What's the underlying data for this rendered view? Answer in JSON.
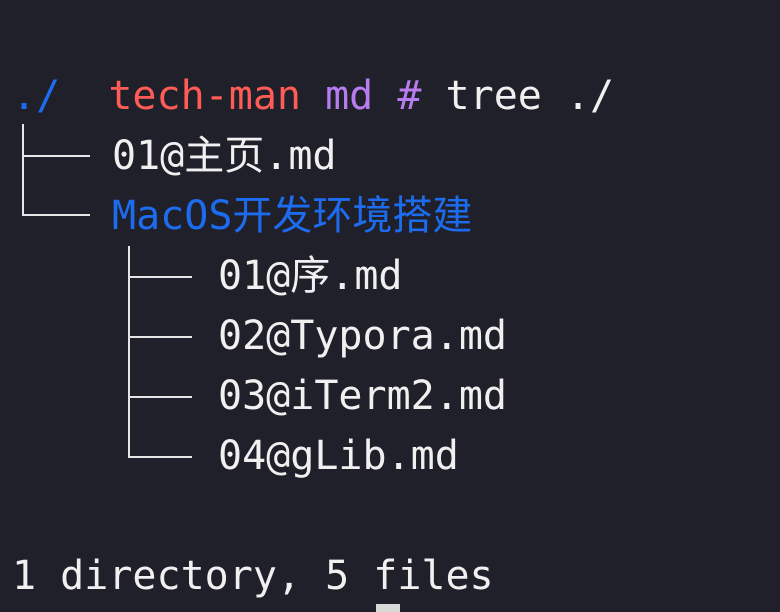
{
  "prompt": {
    "user": "tech-man",
    "cwd": "md",
    "symbol": "#",
    "command": "tree ./"
  },
  "tree": {
    "root": "./",
    "items": [
      {
        "name": "01@主页.md",
        "type": "file"
      },
      {
        "name": "MacOS开发环境搭建",
        "type": "directory",
        "children": [
          {
            "name": "01@序.md",
            "type": "file"
          },
          {
            "name": "02@Typora.md",
            "type": "file"
          },
          {
            "name": "03@iTerm2.md",
            "type": "file"
          },
          {
            "name": "04@gLib.md",
            "type": "file"
          }
        ]
      }
    ]
  },
  "summary": "1 directory, 5 files",
  "colors": {
    "background": "#1f2029",
    "user": "#ff5c57",
    "cwd": "#b77cf0",
    "directory": "#1d6cf0",
    "text": "#f0f0f0"
  }
}
